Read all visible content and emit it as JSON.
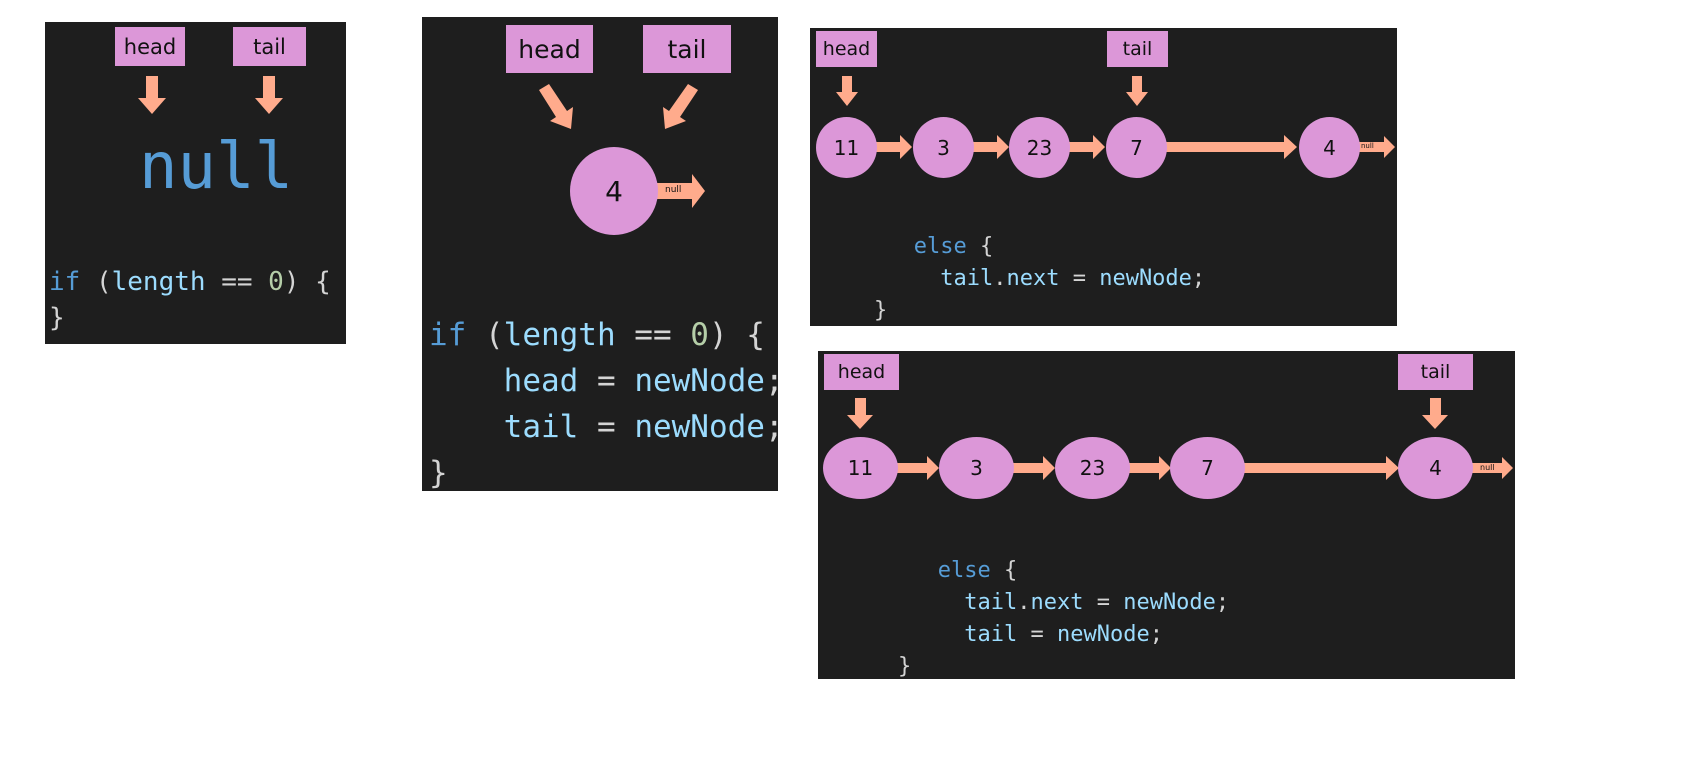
{
  "colors": {
    "panel_bg": "#1e1e1e",
    "label_bg": "#dc97d8",
    "node_fill": "#dc97d8",
    "arrow": "#ffab8c",
    "keyword": "#569cd6",
    "identifier": "#9cdcfe",
    "number": "#b5cea8",
    "punctuation": "#d4d4d4"
  },
  "icons": [
    "down-arrow-icon",
    "diagonal-arrow-icon",
    "right-arrow-icon"
  ],
  "panel1": {
    "head_label": "head",
    "tail_label": "tail",
    "null_text": "null",
    "code": {
      "kw_if": "if",
      "open": " (",
      "var_length": "length",
      "op": " == ",
      "num_zero": "0",
      "close": ") {",
      "brace_close": "}"
    }
  },
  "panel2": {
    "head_label": "head",
    "tail_label": "tail",
    "node_value": "4",
    "null_text": "null",
    "code": {
      "kw_if": "if",
      "open": " (",
      "var_length": "length",
      "op": " == ",
      "num_zero": "0",
      "close": ") {",
      "line2_var": "head",
      "line2_eq": " = ",
      "line2_val": "newNode",
      "line2_end": ";",
      "line3_var": "tail",
      "line3_eq": " = ",
      "line3_val": "newNode",
      "line3_end": ";",
      "brace_close": "}"
    }
  },
  "panel3": {
    "head_label": "head",
    "tail_label": "tail",
    "nodes": [
      "11",
      "3",
      "23",
      "7",
      "4"
    ],
    "null_text": "null",
    "code": {
      "kw_else": "else",
      "else_open": " {",
      "l2_obj": "tail",
      "l2_dot": ".",
      "l2_prop": "next",
      "l2_eq": " = ",
      "l2_val": "newNode",
      "l2_end": ";",
      "brace_close": "}"
    }
  },
  "panel4": {
    "head_label": "head",
    "tail_label": "tail",
    "nodes": [
      "11",
      "3",
      "23",
      "7",
      "4"
    ],
    "null_text": "null",
    "code": {
      "kw_else": "else",
      "else_open": " {",
      "l2_obj": "tail",
      "l2_dot": ".",
      "l2_prop": "next",
      "l2_eq": " = ",
      "l2_val": "newNode",
      "l2_end": ";",
      "l3_obj": "tail",
      "l3_eq": " = ",
      "l3_val": "newNode",
      "l3_end": ";",
      "brace_close": "}"
    }
  }
}
